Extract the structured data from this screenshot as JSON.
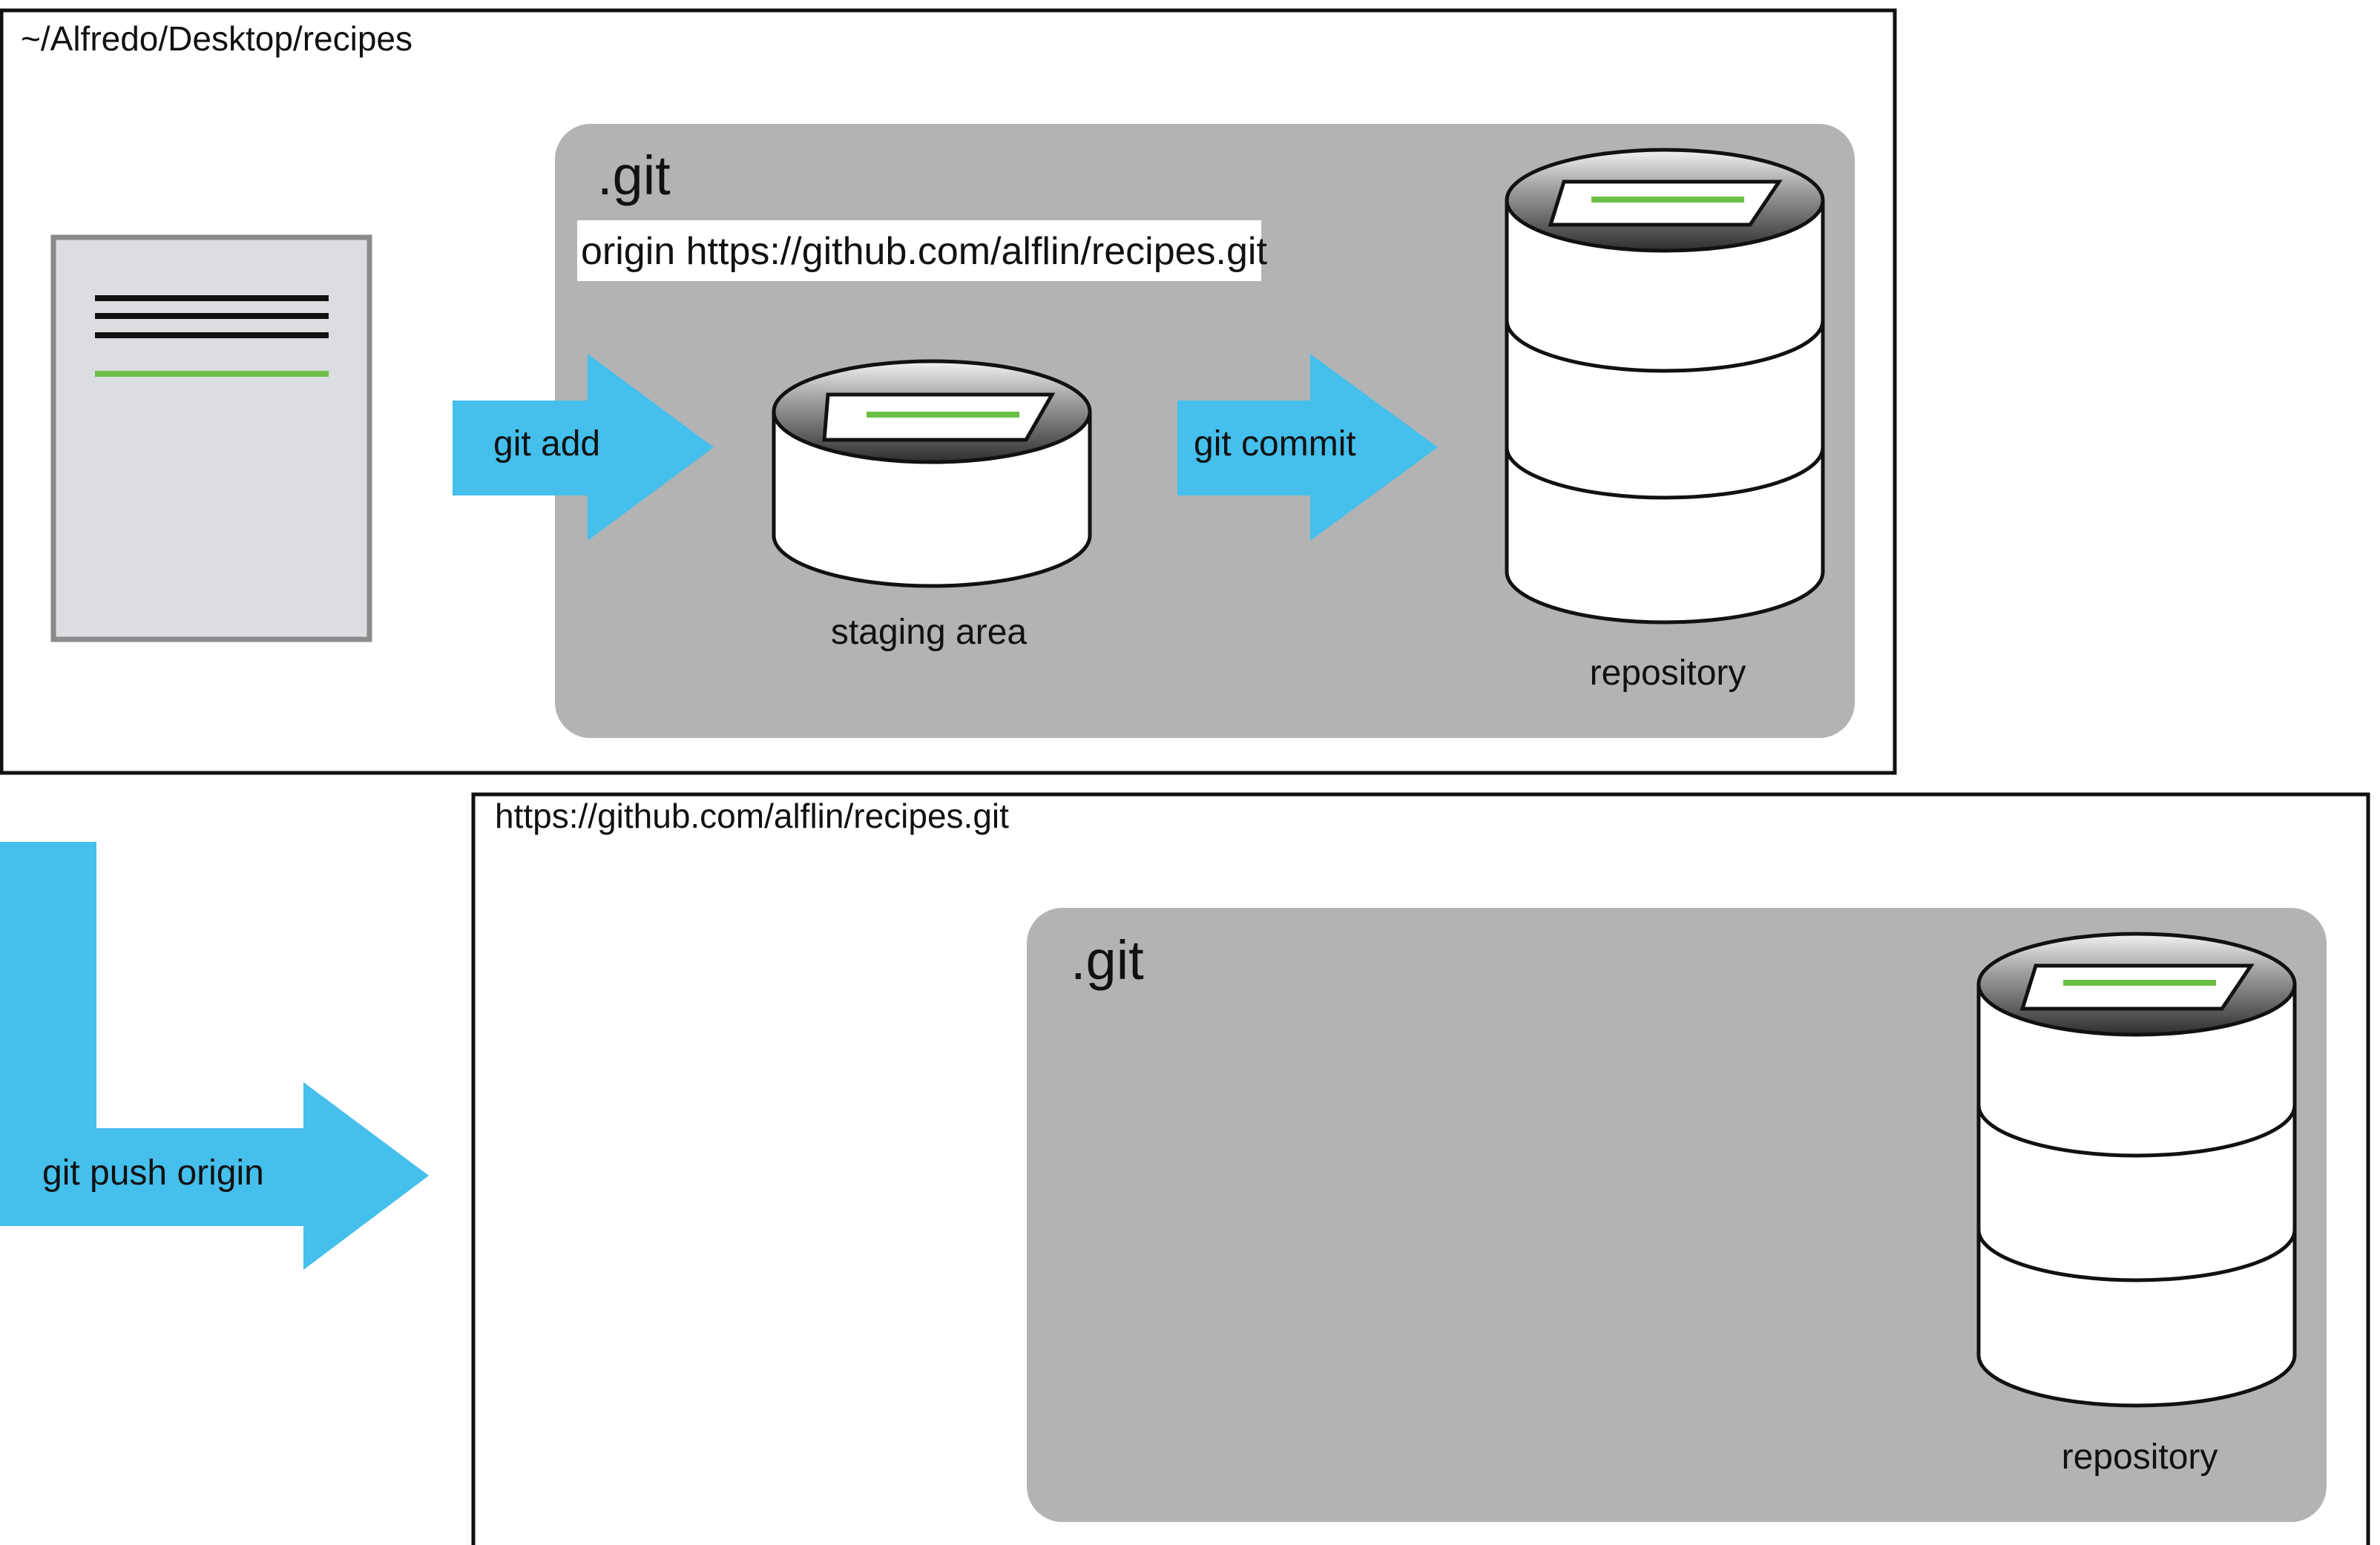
{
  "local": {
    "path": "~/Alfredo/Desktop/recipes",
    "git_label": ".git",
    "remote_line": "origin https://github.com/alflin/recipes.git",
    "staging_label": "staging area",
    "repository_label": "repository"
  },
  "actions": {
    "add": "git add",
    "commit": "git commit",
    "push": "git push origin"
  },
  "remote": {
    "url": "https://github.com/alflin/recipes.git",
    "git_label": ".git",
    "repository_label": "repository"
  },
  "colors": {
    "arrow": "#45bfec",
    "git_panel": "#b3b3b3",
    "document": "#dcdde0",
    "accent_line": "#6cbf45"
  }
}
